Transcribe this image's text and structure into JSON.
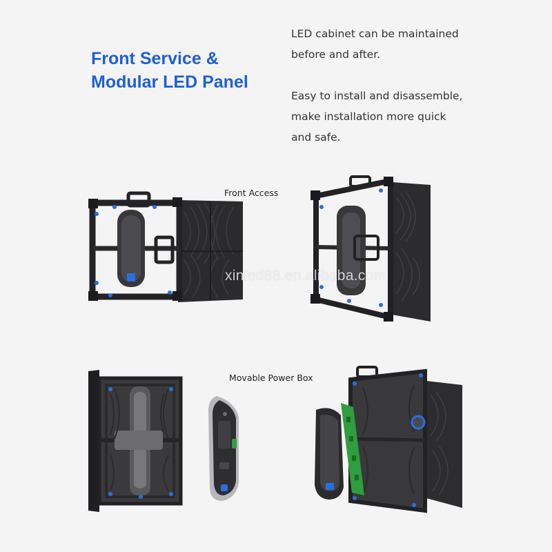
{
  "heading": {
    "line1": "Front Service &",
    "line2": "Modular LED Panel"
  },
  "description": {
    "para1_line1": "LED cabinet can be maintained",
    "para1_line2": "before and after.",
    "para2_line1": "Easy to install and disassemble,",
    "para2_line2": "make installation more quick",
    "para2_line3": "and safe."
  },
  "labels": {
    "front_access": "Front Access",
    "power_box": "Movable Power Box"
  },
  "watermark": "xinled88.en.alibaba.com",
  "colors": {
    "heading": "#1f5fd6",
    "background": "#f5f4f4",
    "accent_blue": "#2a6fe0",
    "pcb_green": "#2e9e3e"
  }
}
